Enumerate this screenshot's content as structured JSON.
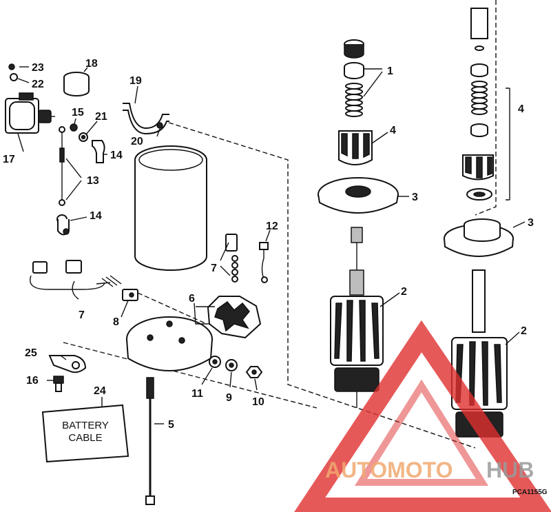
{
  "callouts": {
    "n1": "1",
    "n2": "2",
    "n3": "3",
    "n4": "4",
    "n5": "5",
    "n6": "6",
    "n7": "7",
    "n8": "8",
    "n9": "9",
    "n10": "10",
    "n11": "11",
    "n12": "12",
    "n13": "13",
    "n14": "14",
    "n15": "15",
    "n16": "16",
    "n17": "17",
    "n18": "18",
    "n19": "19",
    "n20": "20",
    "n21": "21",
    "n22": "22",
    "n23": "23",
    "n24": "24",
    "n25": "25"
  },
  "battery_cable": {
    "line1": "BATTERY",
    "line2": "CABLE"
  },
  "drawing_code": "PCA1155G",
  "watermark": {
    "part1": "AUTOMOTO",
    "part2": "HUB",
    "color_red": "#e03030",
    "color_orange": "#f0a870",
    "color_gray": "#9a9a9a"
  }
}
